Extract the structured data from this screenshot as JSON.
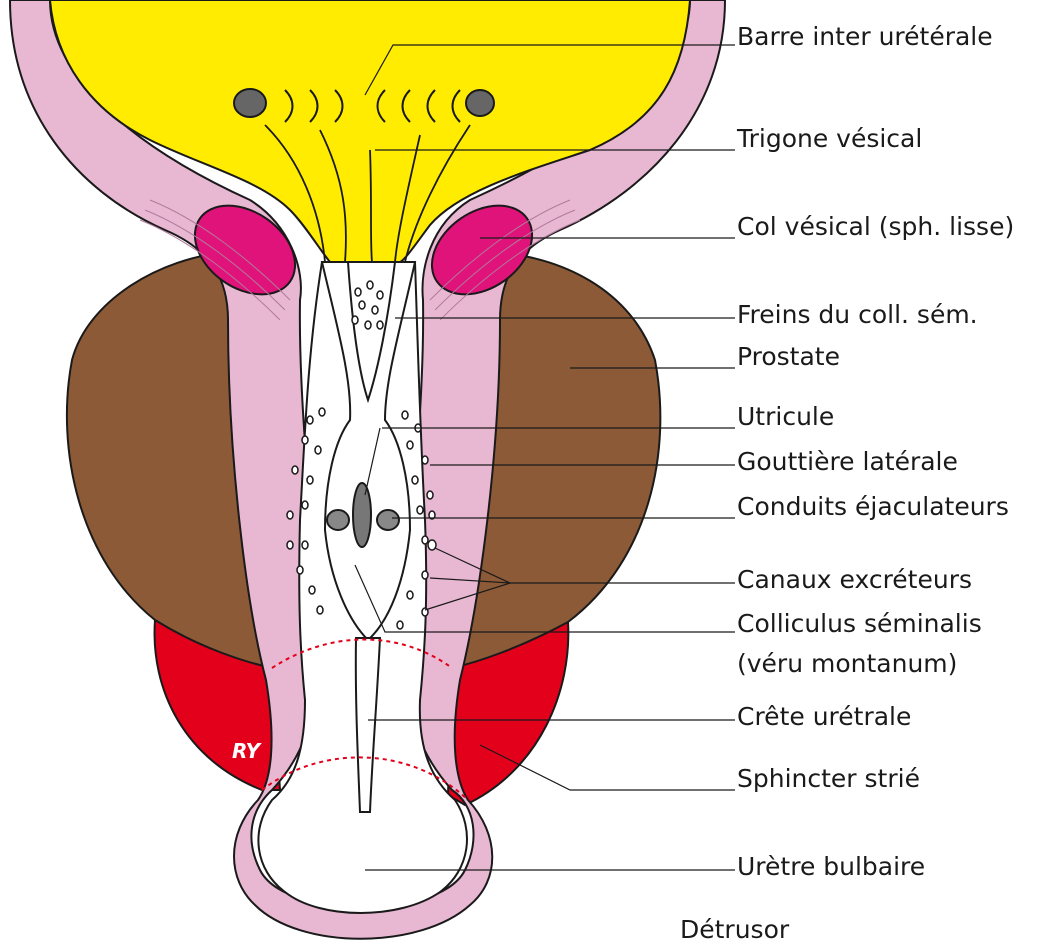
{
  "labels": {
    "barre": "Barre inter urétérale",
    "trigone": "Trigone vésical",
    "col": "Col vésical (sph. lisse)",
    "freins": "Freins du coll. sém.",
    "prostate": "Prostate",
    "utricule": "Utricule",
    "gouttiere": "Gouttière latérale",
    "conduits": "Conduits éjaculateurs",
    "canaux": "Canaux excréteurs",
    "colliculus_1": "Colliculus séminalis",
    "colliculus_2": "(véru montanum)",
    "crete": "Crête urétrale",
    "sphincter": "Sphincter strié",
    "uretre": "Urètre bulbaire",
    "detrusor": "Détrusor"
  },
  "signature": "RY",
  "colors": {
    "bladder": "#ffec00",
    "wall": "#e8b8d3",
    "prostate": "#8c5a36",
    "neck": "#e0137a",
    "sphincter": "#e2001a",
    "outline": "#1a1a1a"
  }
}
